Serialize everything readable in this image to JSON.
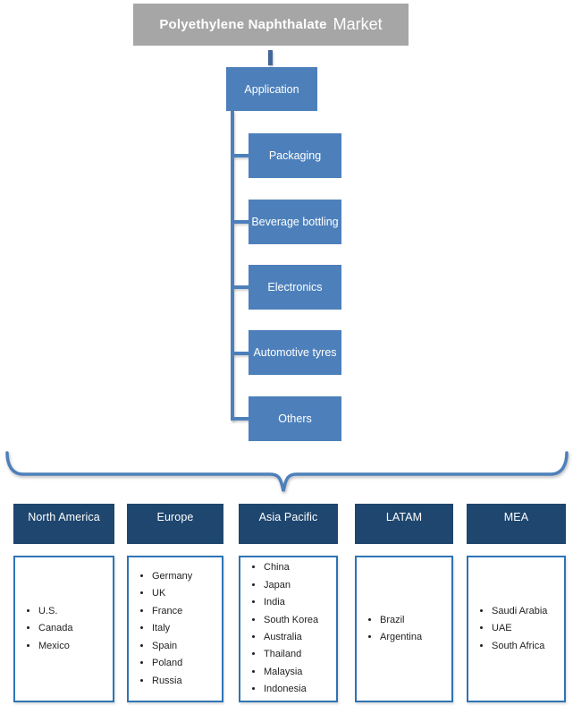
{
  "title": {
    "part1": "Polyethylene Naphthalate",
    "part2": "Market"
  },
  "tree": {
    "root_label": "Application",
    "children": [
      {
        "label": "Packaging"
      },
      {
        "label": "Beverage bottling"
      },
      {
        "label": "Electronics"
      },
      {
        "label": "Automotive tyres"
      },
      {
        "label": "Others"
      }
    ]
  },
  "regions": [
    {
      "name": "North America",
      "countries": [
        "U.S.",
        "Canada",
        "Mexico"
      ]
    },
    {
      "name": "Europe",
      "countries": [
        "Germany",
        "UK",
        "France",
        "Italy",
        "Spain",
        "Poland",
        "Russia"
      ]
    },
    {
      "name": "Asia Pacific",
      "countries": [
        "China",
        "Japan",
        "India",
        "South Korea",
        "Australia",
        "Thailand",
        "Malaysia",
        "Indonesia"
      ]
    },
    {
      "name": "LATAM",
      "countries": [
        "Brazil",
        "Argentina"
      ]
    },
    {
      "name": "MEA",
      "countries": [
        "Saudi Arabia",
        "UAE",
        "South Africa"
      ]
    }
  ],
  "colors": {
    "title_box_bg": "#a6a6a6",
    "segment_box_bg": "#4d80bb",
    "connector": "#4d80bb",
    "connector_dark": "#44679b",
    "region_header_bg": "#1e466e",
    "list_border": "#2e74b5",
    "list_text": "#1f1f1f",
    "box_text": "#ffffff"
  }
}
